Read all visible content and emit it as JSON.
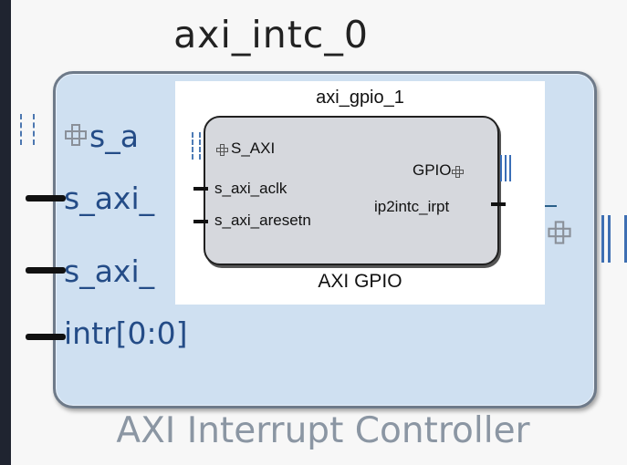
{
  "top_block": {
    "instance_name": "axi_intc_0",
    "type_label": "AXI Interrupt Controller",
    "ports": {
      "s_axi": "s_a",
      "s_axi_aclk": "s_axi_",
      "s_axi_aresetn": "s_axi_",
      "intr": "intr[0:0]"
    }
  },
  "embedded_block": {
    "instance_name": "axi_gpio_1",
    "type_label": "AXI GPIO",
    "ports": {
      "s_axi": "S_AXI",
      "aclk": "s_axi_aclk",
      "aresetn": "s_axi_aresetn",
      "gpio": "GPIO",
      "irq": "ip2intc_irpt"
    }
  },
  "colors": {
    "canvas": "#f7f7f7",
    "intc_fill": "#cfe0f1",
    "gpio_fill": "#d6d8dd",
    "bus_blue": "#3e6fb3",
    "text_dark": "#111111"
  }
}
